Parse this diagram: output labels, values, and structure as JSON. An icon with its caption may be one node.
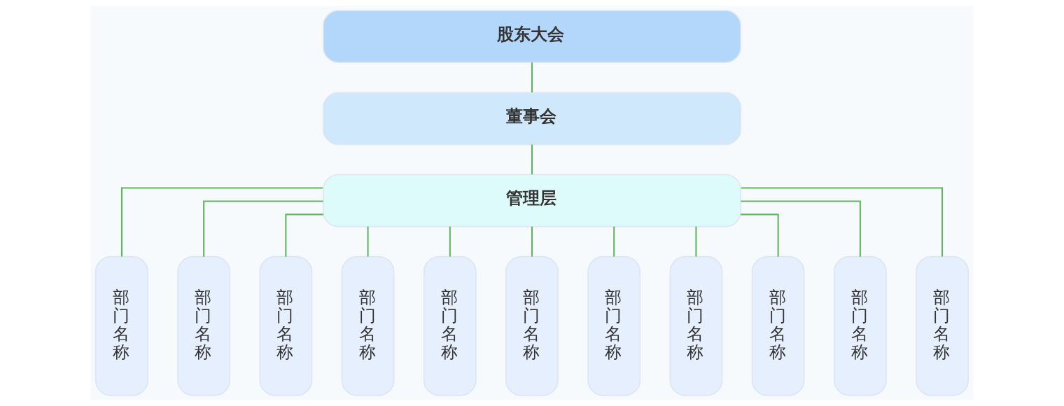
{
  "diagram": {
    "nodes": [
      {
        "text": [
          "股东大会"
        ]
      },
      {
        "text": [
          "董事会"
        ]
      },
      {
        "text": [
          "管理层"
        ]
      },
      {
        "text": [
          "部门名称"
        ]
      },
      {
        "text": [
          "部门名称"
        ]
      },
      {
        "text": [
          "部门名称"
        ]
      },
      {
        "text": [
          "部门名称"
        ]
      },
      {
        "text": [
          "部门名称"
        ]
      },
      {
        "text": [
          "部门名称"
        ]
      },
      {
        "text": [
          "部门名称"
        ]
      },
      {
        "text": [
          "部门名称"
        ]
      },
      {
        "text": [
          "部门名称"
        ]
      },
      {
        "text": [
          "部门名称"
        ]
      },
      {
        "text": [
          "部门名称"
        ]
      }
    ],
    "edges": [
      {
        "from": 0,
        "to": 1,
        "arrow": "none"
      },
      {
        "from": 1,
        "to": 2,
        "arrow": "none"
      },
      {
        "from": 2,
        "to": 3,
        "arrow": "none"
      },
      {
        "from": 2,
        "to": 4,
        "arrow": "none"
      },
      {
        "from": 2,
        "to": 5,
        "arrow": "none"
      },
      {
        "from": 2,
        "to": 6,
        "arrow": "none"
      },
      {
        "from": 2,
        "to": 7,
        "arrow": "none"
      },
      {
        "from": 2,
        "to": 8,
        "arrow": "none"
      },
      {
        "from": 2,
        "to": 9,
        "arrow": "none"
      },
      {
        "from": 2,
        "to": 10,
        "arrow": "none"
      },
      {
        "from": 2,
        "to": 11,
        "arrow": "none"
      },
      {
        "from": 2,
        "to": 12,
        "arrow": "none"
      },
      {
        "from": 2,
        "to": 13,
        "arrow": "none"
      }
    ]
  }
}
